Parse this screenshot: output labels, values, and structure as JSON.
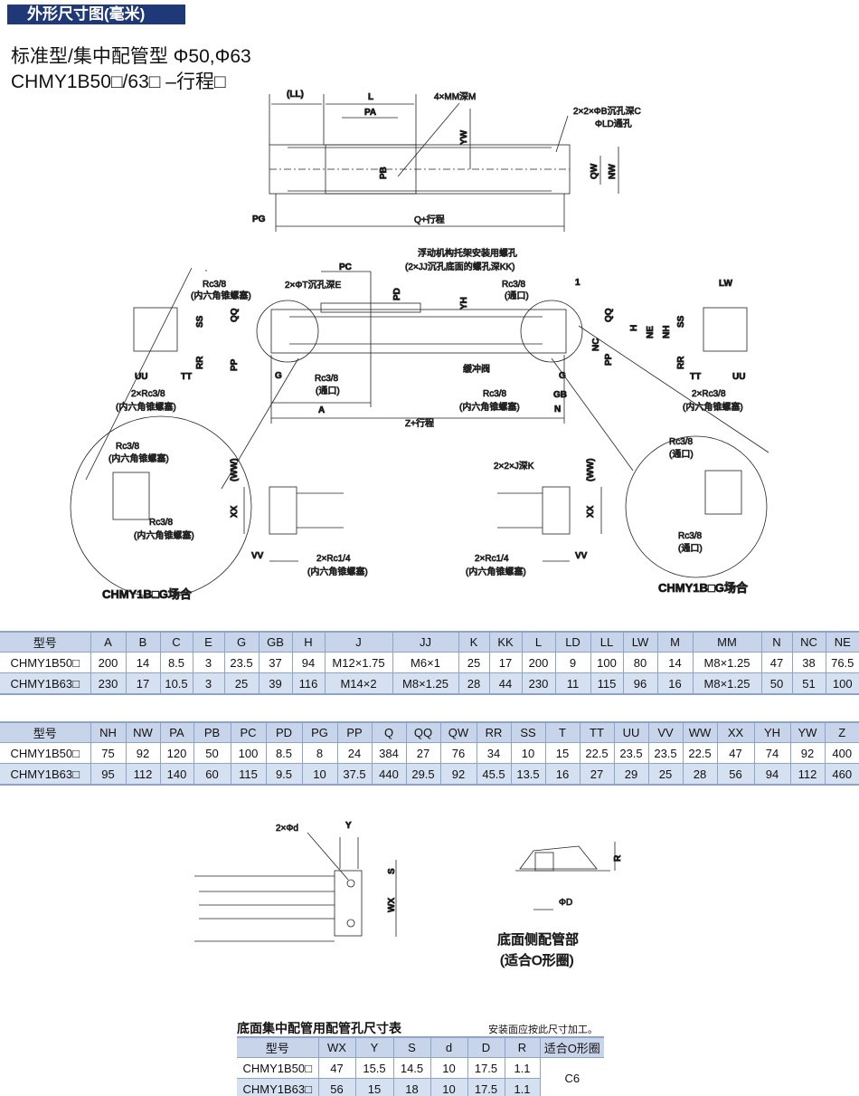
{
  "header": {
    "section_title": "外形尺寸图(毫米)",
    "subtitle": "标准型/集中配管型 Φ50,Φ63",
    "model_line": "CHMY1B50□/63□ –行程□"
  },
  "labels": {
    "LL": "(LL)",
    "L": "L",
    "MM": "4×MM深M",
    "PA": "PA",
    "B_hole": "2×2×ΦB沉孔深C",
    "LD_hole": "ΦLD通孔",
    "YW": "YW",
    "PB": "PB",
    "QW": "QW",
    "NW": "NW",
    "PG": "PG",
    "Q": "Q+行程",
    "float1": "浮动机构托架安装用螺孔",
    "float2": "(2×JJ沉孔底面的螺孔深KK)",
    "PC": "PC",
    "T_hole": "2×ΦT沉孔深E",
    "PD": "PD",
    "YH": "YH",
    "rc38": "Rc3/8",
    "port": "(通口)",
    "plug": "(内六角锥螺塞)",
    "one": "1",
    "LW": "LW",
    "QQ": "QQ",
    "SS": "SS",
    "H": "H",
    "NE": "NE",
    "NH": "NH",
    "NC": "NC",
    "PP": "PP",
    "RR": "RR",
    "G": "G",
    "GB": "GB",
    "N": "N",
    "UU": "UU",
    "TT": "TT",
    "rc38x2": "2×Rc3/8",
    "cushion": "缓冲阀",
    "A": "A",
    "Z": "Z+行程",
    "WW": "(WW)",
    "XX": "XX",
    "VV": "VV",
    "rc14x2": "2×Rc1/4",
    "J_hole": "2×2×J深K",
    "g_case": "CHMY1B□G场合",
    "d_hole": "2×Φd",
    "Y": "Y",
    "S": "S",
    "WX": "WX",
    "R": "R",
    "D": "ΦD",
    "bottom_title": "底面侧配管部",
    "bottom_sub": "(适合O形圈)"
  },
  "table1": {
    "headers": [
      "型号",
      "A",
      "B",
      "C",
      "E",
      "G",
      "GB",
      "H",
      "J",
      "JJ",
      "K",
      "KK",
      "L",
      "LD",
      "LL",
      "LW",
      "M",
      "MM",
      "N",
      "NC",
      "NE"
    ],
    "rows": [
      [
        "CHMY1B50□",
        "200",
        "14",
        "8.5",
        "3",
        "23.5",
        "37",
        "94",
        "M12×1.75",
        "M6×1",
        "25",
        "17",
        "200",
        "9",
        "100",
        "80",
        "14",
        "M8×1.25",
        "47",
        "38",
        "76.5"
      ],
      [
        "CHMY1B63□",
        "230",
        "17",
        "10.5",
        "3",
        "25",
        "39",
        "116",
        "M14×2",
        "M8×1.25",
        "28",
        "44",
        "230",
        "11",
        "115",
        "96",
        "16",
        "M8×1.25",
        "50",
        "51",
        "100"
      ]
    ]
  },
  "table2": {
    "headers": [
      "型号",
      "NH",
      "NW",
      "PA",
      "PB",
      "PC",
      "PD",
      "PG",
      "PP",
      "Q",
      "QQ",
      "QW",
      "RR",
      "SS",
      "T",
      "TT",
      "UU",
      "VV",
      "WW",
      "XX",
      "YH",
      "YW",
      "Z"
    ],
    "rows": [
      [
        "CHMY1B50□",
        "75",
        "92",
        "120",
        "50",
        "100",
        "8.5",
        "8",
        "24",
        "384",
        "27",
        "76",
        "34",
        "10",
        "15",
        "22.5",
        "23.5",
        "23.5",
        "22.5",
        "47",
        "74",
        "92",
        "400"
      ],
      [
        "CHMY1B63□",
        "95",
        "112",
        "140",
        "60",
        "115",
        "9.5",
        "10",
        "37.5",
        "440",
        "29.5",
        "92",
        "45.5",
        "13.5",
        "16",
        "27",
        "29",
        "25",
        "28",
        "56",
        "94",
        "112",
        "460"
      ]
    ]
  },
  "table3": {
    "title": "底面集中配管用配管孔尺寸表",
    "note": "安装面应按此尺寸加工。",
    "headers": [
      "型号",
      "WX",
      "Y",
      "S",
      "d",
      "D",
      "R",
      "适合O形圈"
    ],
    "rows": [
      [
        "CHMY1B50□",
        "47",
        "15.5",
        "14.5",
        "10",
        "17.5",
        "1.1"
      ],
      [
        "CHMY1B63□",
        "56",
        "15",
        "18",
        "10",
        "17.5",
        "1.1"
      ]
    ],
    "oring": "C6"
  }
}
